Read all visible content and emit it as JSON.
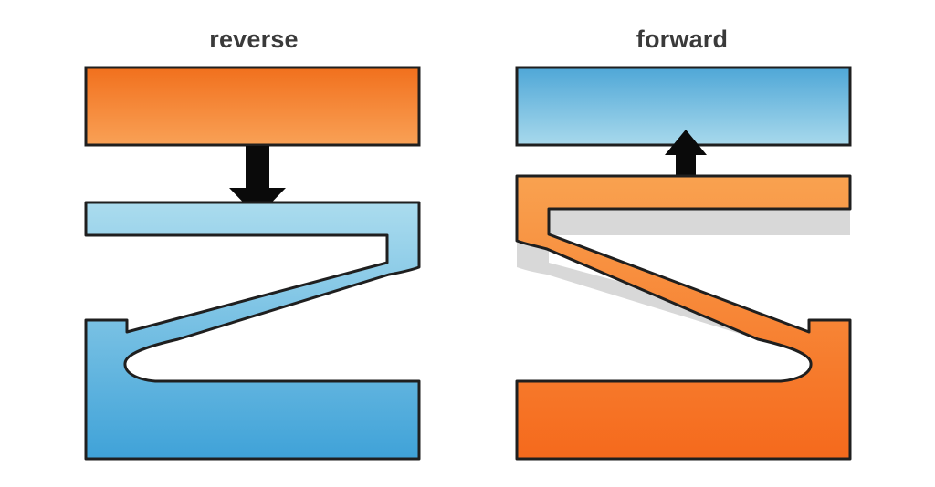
{
  "diagram": {
    "description": "Two-panel schematic of a zigzag flexure actuator between two plates",
    "panels": [
      {
        "id": "reverse",
        "title": "reverse",
        "arrow_direction": "down",
        "top_plate_color_scheme": "orange",
        "actuator_color_scheme": "blue",
        "has_ghost": false
      },
      {
        "id": "forward",
        "title": "forward",
        "arrow_direction": "up",
        "top_plate_color_scheme": "blue",
        "actuator_color_scheme": "orange",
        "has_ghost": true
      }
    ],
    "colors": {
      "background": "#ffffff",
      "outline": "#1f1f1f",
      "title_text": "#3a3a3a",
      "arrow_black": "#0a0a0a",
      "ghost_gray": "#d8d8d8",
      "orange_bar_top": "#f1701d",
      "orange_bar_bottom": "#f9a156",
      "blue_bar_top": "#4fa7d7",
      "blue_bar_bottom": "#a8d9ec",
      "blue_z_top": "#abdcee",
      "blue_z_bottom": "#3fa2d8",
      "orange_z_top": "#f9a250",
      "orange_z_bottom": "#f5691c"
    }
  }
}
